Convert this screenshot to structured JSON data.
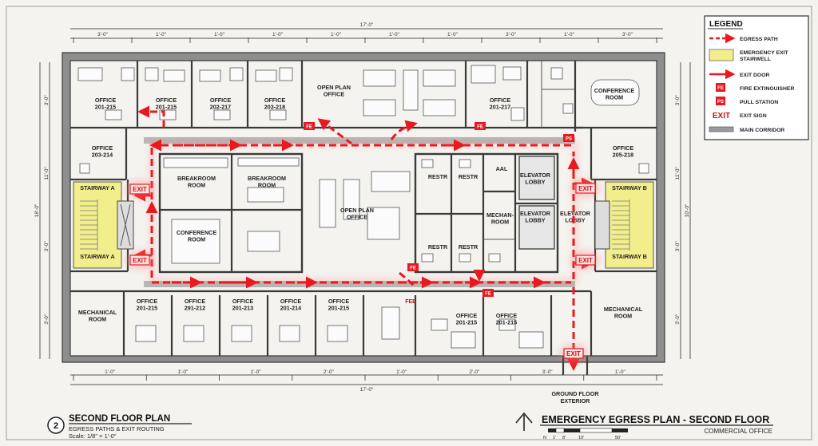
{
  "title_block": {
    "sheet_number": "2",
    "plan_title": "SECOND FLOOR PLAN",
    "plan_subtitle": "EGRESS PATHS & EXIT ROUTING",
    "scale": "Scale: 1/8\" = 1'-0\"",
    "main_title": "EMERGENCY EGRESS PLAN - SECOND FLOOR",
    "main_subtitle": "COMMERCIAL OFFICE",
    "scale_bar_labels": [
      "N",
      "1'",
      "8'",
      "10'",
      "50'"
    ]
  },
  "legend": {
    "heading": "LEGEND",
    "items": [
      {
        "symbol": "dashed-arrow",
        "label": "EGRESS PATH"
      },
      {
        "symbol": "yellow-box",
        "label": "EMERGENCY EXIT STAIRWELL"
      },
      {
        "symbol": "solid-arrow",
        "label": "EXIT DOOR"
      },
      {
        "symbol": "fe-box",
        "code": "FE",
        "label": "FIRE EXTINGUISHER"
      },
      {
        "symbol": "ps-box",
        "code": "PS",
        "label": "PULL STATION"
      },
      {
        "symbol": "exit-text",
        "code": "EXIT",
        "label": "EXIT SIGN"
      },
      {
        "symbol": "gray-bar",
        "label": "MAIN CORRIDOR"
      }
    ]
  },
  "rooms": [
    {
      "id": "office-201-215-nw",
      "lines": [
        "OFFICE",
        "201-215"
      ]
    },
    {
      "id": "office-201-215-n2",
      "lines": [
        "OFFICE",
        "201-215"
      ]
    },
    {
      "id": "office-202-217",
      "lines": [
        "OFFICE",
        "202-217"
      ]
    },
    {
      "id": "office-203-218",
      "lines": [
        "OFFICE",
        "203-218"
      ]
    },
    {
      "id": "open-plan-north",
      "lines": [
        "OPEN PLAN",
        "OFFICE"
      ]
    },
    {
      "id": "office-201-217",
      "lines": [
        "OFFICE",
        "201-217"
      ]
    },
    {
      "id": "conference-ne",
      "lines": [
        "CONFERENCE",
        "ROOM"
      ]
    },
    {
      "id": "office-203-214",
      "lines": [
        "OFFICE",
        "203-214"
      ]
    },
    {
      "id": "office-205-218",
      "lines": [
        "OFFICE",
        "205-218"
      ]
    },
    {
      "id": "breakroom-1",
      "lines": [
        "BREAKROOM",
        "ROOM"
      ]
    },
    {
      "id": "breakroom-2",
      "lines": [
        "BREAKROOM",
        "ROOM"
      ]
    },
    {
      "id": "conference-center",
      "lines": [
        "CONFERENCE",
        "ROOM"
      ]
    },
    {
      "id": "open-plan-center",
      "lines": [
        "OPEN PLAN",
        "OFFICE"
      ]
    },
    {
      "id": "restr-1",
      "lines": [
        "RESTR"
      ]
    },
    {
      "id": "restr-2",
      "lines": [
        "RESTR"
      ]
    },
    {
      "id": "restr-3",
      "lines": [
        "RESTR"
      ]
    },
    {
      "id": "restr-4",
      "lines": [
        "RESTR"
      ]
    },
    {
      "id": "aal",
      "lines": [
        "AAL"
      ]
    },
    {
      "id": "elevator-lobby-1",
      "lines": [
        "ELEVATOR",
        "LOBBY"
      ]
    },
    {
      "id": "elevator-lobby-2",
      "lines": [
        "ELEVATOR",
        "LOBBY"
      ]
    },
    {
      "id": "mechan-room",
      "lines": [
        "MECHAN-",
        "ROOM"
      ]
    },
    {
      "id": "elevator-lobby-east",
      "lines": [
        "ELEVATOR",
        "LOBBY"
      ]
    },
    {
      "id": "stairway-a-top",
      "lines": [
        "STAIRWAY A"
      ]
    },
    {
      "id": "stairway-a-bottom",
      "lines": [
        "STAIRWAY A"
      ]
    },
    {
      "id": "stairway-b-top",
      "lines": [
        "STAIRWAY B"
      ]
    },
    {
      "id": "stairway-b-bottom",
      "lines": [
        "STAIRWAY B"
      ]
    },
    {
      "id": "mechanical-west",
      "lines": [
        "MECHANICAL",
        "ROOM"
      ]
    },
    {
      "id": "office-201-215-s1",
      "lines": [
        "OFFICE",
        "201-215"
      ]
    },
    {
      "id": "office-291-212",
      "lines": [
        "OFFICE",
        "291-212"
      ]
    },
    {
      "id": "office-201-213",
      "lines": [
        "OFFICE",
        "201-213"
      ]
    },
    {
      "id": "office-201-214",
      "lines": [
        "OFFICE",
        "201-214"
      ]
    },
    {
      "id": "office-201-215-s2",
      "lines": [
        "OFFICE",
        "201-215"
      ]
    },
    {
      "id": "office-201-215-s3",
      "lines": [
        "OFFICE",
        "201-215"
      ]
    },
    {
      "id": "office-201-215-s4",
      "lines": [
        "OFFICE",
        "201-215"
      ]
    },
    {
      "id": "mechanical-east",
      "lines": [
        "MECHANICAL",
        "ROOM"
      ]
    }
  ],
  "exit_label": "EXIT",
  "fe_label": "FE",
  "fee_label": "FEE",
  "ps_label": "PS",
  "ground_floor_exterior": [
    "GROUND FLOOR",
    "EXTERIOR"
  ],
  "dimensions": {
    "top_total": "17'-0\"",
    "top_segments": [
      "3'-0\"",
      "1'-0\"",
      "1'-0\"",
      "1'-0\"",
      "1'-0\"",
      "1'-0\"",
      "1'-0\"",
      "3'-0\"",
      "1'-0\"",
      "3'-0\""
    ],
    "bottom_total": "17'-0\"",
    "bottom_segments": [
      "1'-0\"",
      "1'-0\"",
      "1'-0\"",
      "2'-0\"",
      "1'-0\"",
      "2'-0\"",
      "3'-0\"",
      "1'-0\""
    ],
    "left_total": "18'-0\"",
    "left_segments": [
      "3'-0\"",
      "11'-0\"",
      "3'-0\"",
      "3'-0\""
    ],
    "right_total": "10'-0\"",
    "right_segments": [
      "3'-0\"",
      "11'-0\"",
      "3'-0\"",
      "3'-0\""
    ]
  }
}
